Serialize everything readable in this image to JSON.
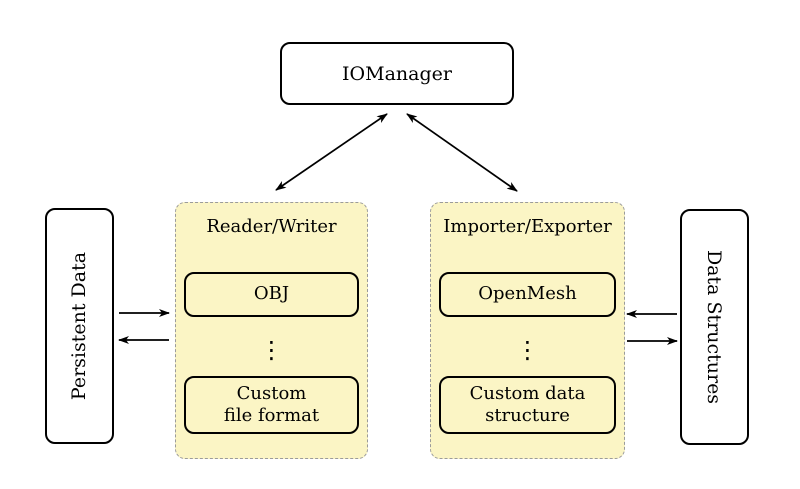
{
  "diagram": {
    "type": "architecture-diagram",
    "colors": {
      "group_fill": "#fbf5c5",
      "group_border": "#9b9b9b",
      "node_border": "#000000",
      "node_fill": "#ffffff",
      "arrow": "#000000"
    },
    "nodes": {
      "io_manager": "IOManager",
      "persistent_data": "Persistent Data",
      "data_structures": "Data Structures",
      "reader_writer": {
        "title": "Reader/Writer",
        "items": [
          "OBJ",
          "Custom\nfile format"
        ],
        "ellipsis": "⋮"
      },
      "importer_exporter": {
        "title": "Importer/Exporter",
        "items": [
          "OpenMesh",
          "Custom data\nstructure"
        ],
        "ellipsis": "⋮"
      }
    },
    "edges": [
      {
        "from": "io_manager",
        "to": "reader_writer",
        "direction": "bidirectional"
      },
      {
        "from": "io_manager",
        "to": "importer_exporter",
        "direction": "bidirectional"
      },
      {
        "from": "persistent_data",
        "to": "reader_writer",
        "direction": "right"
      },
      {
        "from": "reader_writer",
        "to": "persistent_data",
        "direction": "left"
      },
      {
        "from": "importer_exporter",
        "to": "data_structures",
        "direction": "left-then-right-pair"
      },
      {
        "from": "data_structures",
        "to": "importer_exporter",
        "direction": "right"
      }
    ]
  }
}
